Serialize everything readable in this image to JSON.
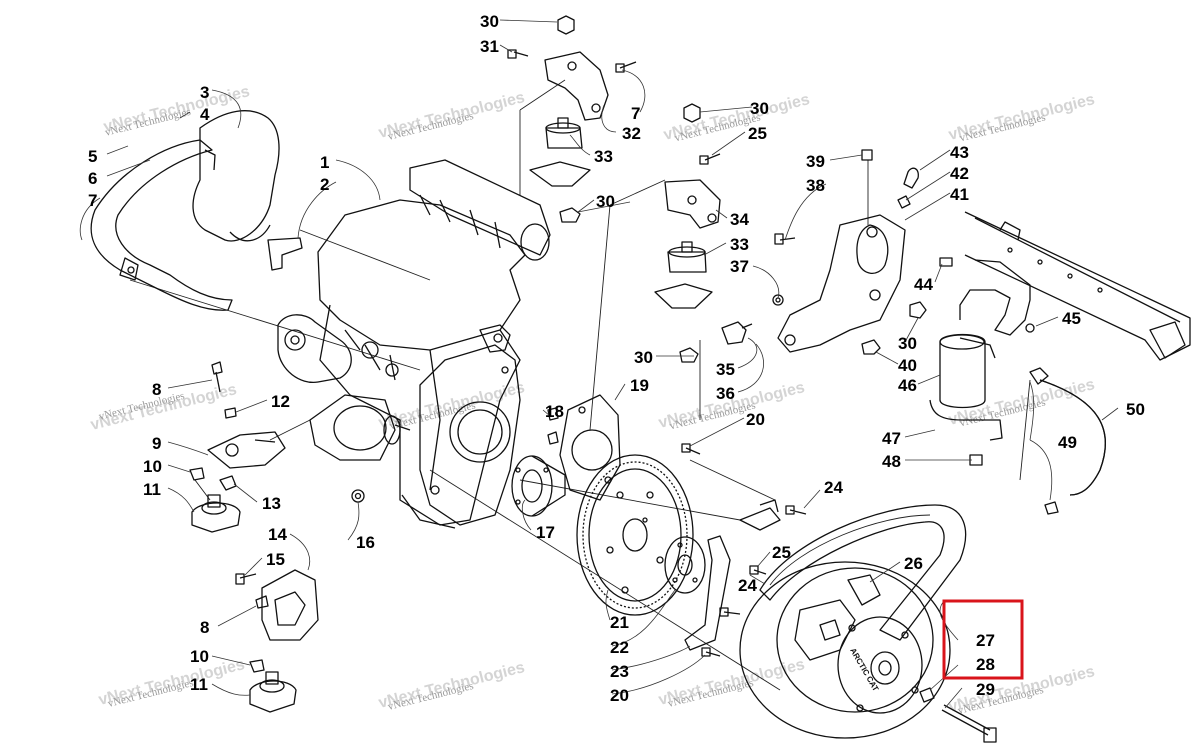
{
  "callouts": [
    {
      "id": "c30a",
      "text": "30"
    },
    {
      "id": "c31",
      "text": "31"
    },
    {
      "id": "c7a",
      "text": "7"
    },
    {
      "id": "c32",
      "text": "32"
    },
    {
      "id": "c33a",
      "text": "33"
    },
    {
      "id": "c30b",
      "text": "30"
    },
    {
      "id": "c3",
      "text": "3"
    },
    {
      "id": "c4",
      "text": "4"
    },
    {
      "id": "c5",
      "text": "5"
    },
    {
      "id": "c6",
      "text": "6"
    },
    {
      "id": "c7b",
      "text": "7"
    },
    {
      "id": "c1",
      "text": "1"
    },
    {
      "id": "c2",
      "text": "2"
    },
    {
      "id": "c30c",
      "text": "30"
    },
    {
      "id": "c25a",
      "text": "25"
    },
    {
      "id": "c34",
      "text": "34"
    },
    {
      "id": "c33b",
      "text": "33"
    },
    {
      "id": "c30d",
      "text": "30"
    },
    {
      "id": "c39",
      "text": "39"
    },
    {
      "id": "c38",
      "text": "38"
    },
    {
      "id": "c43",
      "text": "43"
    },
    {
      "id": "c42",
      "text": "42"
    },
    {
      "id": "c41",
      "text": "41"
    },
    {
      "id": "c37",
      "text": "37"
    },
    {
      "id": "c44",
      "text": "44"
    },
    {
      "id": "c45",
      "text": "45"
    },
    {
      "id": "c30e",
      "text": "30"
    },
    {
      "id": "c40",
      "text": "40"
    },
    {
      "id": "c35",
      "text": "35"
    },
    {
      "id": "c36",
      "text": "36"
    },
    {
      "id": "c46",
      "text": "46"
    },
    {
      "id": "c50",
      "text": "50"
    },
    {
      "id": "c19",
      "text": "19"
    },
    {
      "id": "c18",
      "text": "18"
    },
    {
      "id": "c20a",
      "text": "20"
    },
    {
      "id": "c47",
      "text": "47"
    },
    {
      "id": "c49",
      "text": "49"
    },
    {
      "id": "c48",
      "text": "48"
    },
    {
      "id": "c8a",
      "text": "8"
    },
    {
      "id": "c12",
      "text": "12"
    },
    {
      "id": "c9",
      "text": "9"
    },
    {
      "id": "c10a",
      "text": "10"
    },
    {
      "id": "c11a",
      "text": "11"
    },
    {
      "id": "c13",
      "text": "13"
    },
    {
      "id": "c16",
      "text": "16"
    },
    {
      "id": "c17",
      "text": "17"
    },
    {
      "id": "c24a",
      "text": "24"
    },
    {
      "id": "c14",
      "text": "14"
    },
    {
      "id": "c15",
      "text": "15"
    },
    {
      "id": "c8b",
      "text": "8"
    },
    {
      "id": "c25b",
      "text": "25"
    },
    {
      "id": "c26",
      "text": "26"
    },
    {
      "id": "c24b",
      "text": "24"
    },
    {
      "id": "c21",
      "text": "21"
    },
    {
      "id": "c27",
      "text": "27"
    },
    {
      "id": "c28",
      "text": "28"
    },
    {
      "id": "c10b",
      "text": "10"
    },
    {
      "id": "c22",
      "text": "22"
    },
    {
      "id": "c23",
      "text": "23"
    },
    {
      "id": "c11b",
      "text": "11"
    },
    {
      "id": "c29",
      "text": "29"
    },
    {
      "id": "c20b",
      "text": "20"
    }
  ],
  "watermark": {
    "line1": "vNext Technologies",
    "line2": "vNext Technologies"
  },
  "clutch_lettering": "ARCTIC CAT",
  "highlight": {
    "color": "#d9141b",
    "label": "27 / 28 selection"
  }
}
